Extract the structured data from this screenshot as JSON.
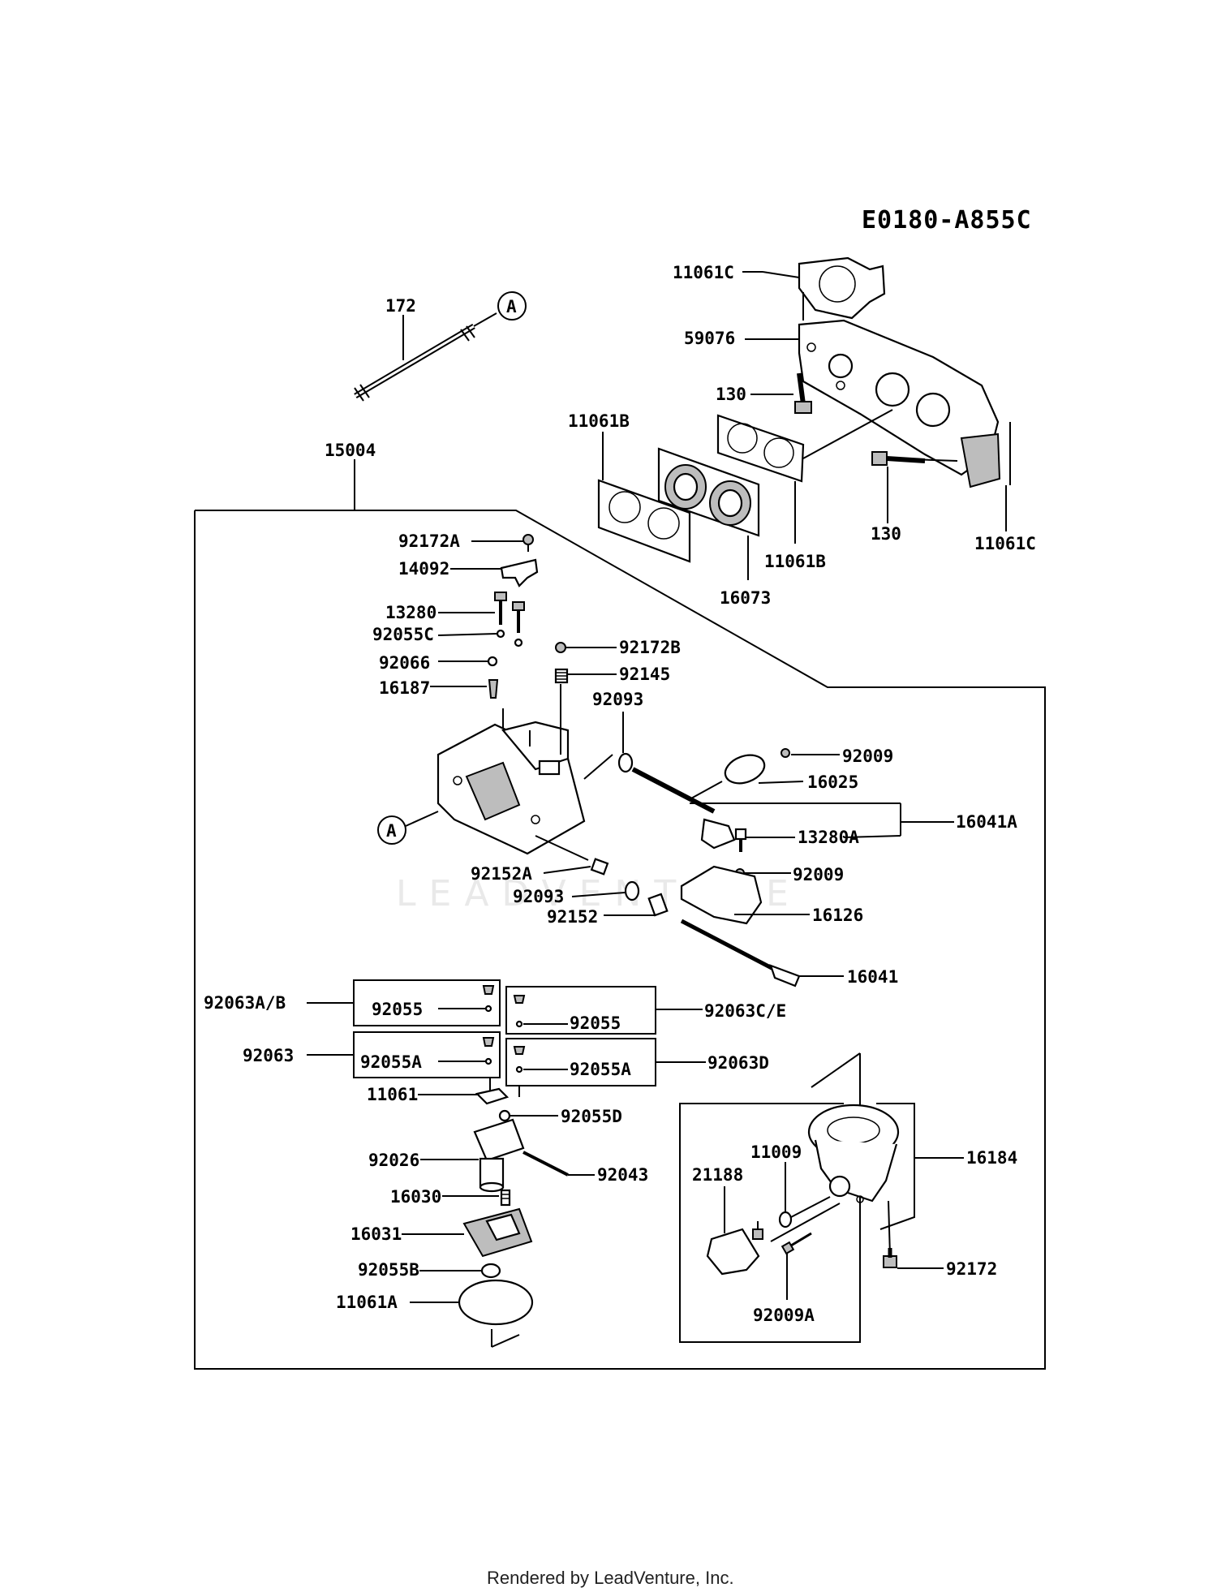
{
  "diagram_code": "E0180-A855C",
  "footer": "Rendered by LeadVenture, Inc.",
  "watermark": "LEADVENTURE",
  "callout_ref": "A",
  "labels": {
    "p172": "172",
    "p15004": "15004",
    "p11061C_top": "11061C",
    "p59076": "59076",
    "p130_a": "130",
    "p11061B_left": "11061B",
    "p130_b": "130",
    "p11061C_right": "11061C",
    "p11061B_mid": "11061B",
    "p16073": "16073",
    "p92172A": "92172A",
    "p14092": "14092",
    "p13280": "13280",
    "p92055C": "92055C",
    "p92066": "92066",
    "p16187": "16187",
    "p92172B": "92172B",
    "p92145": "92145",
    "p92093_a": "92093",
    "p92009_a": "92009",
    "p16025": "16025",
    "p16041A": "16041A",
    "p13280A": "13280A",
    "p92152A": "92152A",
    "p92009_b": "92009",
    "p92093_b": "92093",
    "p16126": "16126",
    "p92152": "92152",
    "p16041": "16041",
    "p92063AB": "92063A/B",
    "p92055_a": "92055",
    "p92055_b": "92055",
    "p92063CE": "92063C/E",
    "p92063": "92063",
    "p92055A_a": "92055A",
    "p92055A_b": "92055A",
    "p92063D": "92063D",
    "p11061": "11061",
    "p92055D": "92055D",
    "p92026": "92026",
    "p92043": "92043",
    "p16030": "16030",
    "p16031": "16031",
    "p92055B": "92055B",
    "p11061A": "11061A",
    "p11009": "11009",
    "p21188": "21188",
    "p16184": "16184",
    "p92172": "92172",
    "p92009A": "92009A"
  }
}
